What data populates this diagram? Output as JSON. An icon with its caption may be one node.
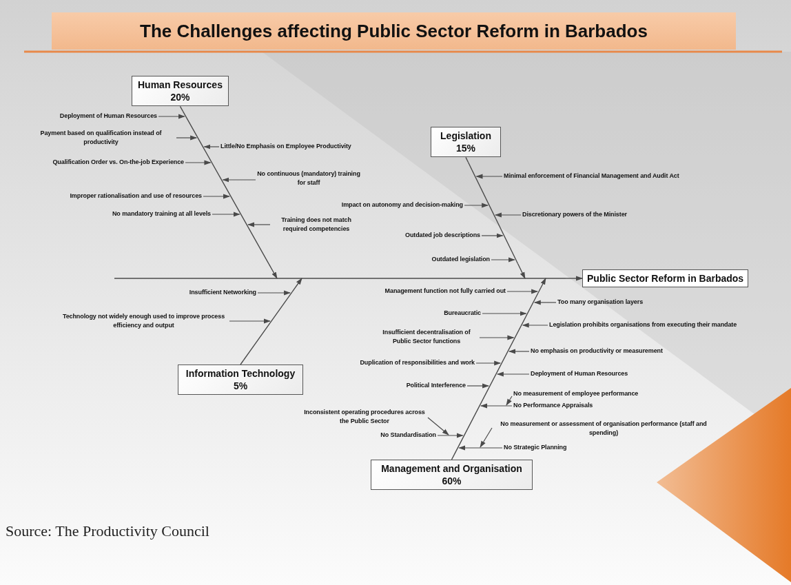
{
  "diagram": {
    "title": "The Challenges affecting Public Sector Reform in Barbados",
    "caption": "Source: The Productivity Council",
    "nodes": [
      {
        "text": [
          "Human Resources",
          "20%"
        ]
      },
      {
        "text": [
          "Deployment of Human Resources"
        ]
      },
      {
        "text": [
          "Payment based on qualification instead of productivity"
        ]
      },
      {
        "text": [
          "Little/No Emphasis on Employee Productivity"
        ]
      },
      {
        "text": [
          "Qualification Order vs. On-the-job Experience"
        ]
      },
      {
        "text": [
          "No continuous (mandatory) training for staff"
        ]
      },
      {
        "text": [
          "Improper rationalisation and use of resources"
        ]
      },
      {
        "text": [
          "No mandatory training at all levels"
        ]
      },
      {
        "text": [
          "Training does not match required competencies"
        ]
      },
      {
        "text": [
          "Legislation",
          "15%"
        ]
      },
      {
        "text": [
          "Minimal enforcement of Financial Management and Audit Act"
        ]
      },
      {
        "text": [
          "Impact on autonomy and decision-making"
        ]
      },
      {
        "text": [
          "Discretionary powers of the Minister"
        ]
      },
      {
        "text": [
          "Outdated job descriptions"
        ]
      },
      {
        "text": [
          "Outdated legislation"
        ]
      },
      {
        "text": [
          "Public Sector Reform in Barbados"
        ]
      },
      {
        "text": [
          "Information Technology",
          "5%"
        ]
      },
      {
        "text": [
          "Insufficient Networking"
        ]
      },
      {
        "text": [
          "Technology not widely enough used to improve process efficiency and output"
        ]
      },
      {
        "text": [
          "Management and Organisation",
          "60%"
        ]
      },
      {
        "text": [
          "Management function not fully carried out"
        ]
      },
      {
        "text": [
          "Too many organisation layers"
        ]
      },
      {
        "text": [
          "Bureaucratic"
        ]
      },
      {
        "text": [
          "Legislation prohibits organisations from executing their mandate"
        ]
      },
      {
        "text": [
          "Insufficient decentralisation of Public Sector functions"
        ]
      },
      {
        "text": [
          "No emphasis on productivity or measurement"
        ]
      },
      {
        "text": [
          "Duplication of responsibilities and work"
        ]
      },
      {
        "text": [
          "Deployment of Human Resources"
        ]
      },
      {
        "text": [
          "Political Interference"
        ]
      },
      {
        "text": [
          "No measurement of employee performance"
        ]
      },
      {
        "text": [
          "No Performance Appraisals"
        ]
      },
      {
        "text": [
          "Inconsistent operating procedures across the Public Sector"
        ]
      },
      {
        "text": [
          "No Standardisation"
        ]
      },
      {
        "text": [
          "No measurement or assessment of organisation performance (staff and spending)"
        ]
      },
      {
        "text": [
          "No Strategic Planning"
        ]
      },
      {
        "text": [],
        "shape": "line"
      },
      {
        "text": [],
        "shape": "line"
      },
      {
        "text": [],
        "shape": "line"
      },
      {
        "text": [],
        "shape": "line"
      },
      {
        "text": [],
        "shape": "line"
      }
    ],
    "edges": [
      {
        "from": 0,
        "to": 35,
        "arrow": "none"
      },
      {
        "from": 9,
        "to": 36,
        "arrow": "none"
      },
      {
        "from": 16,
        "to": 37,
        "arrow": "none"
      },
      {
        "from": 19,
        "to": 38,
        "arrow": "none"
      },
      {
        "from": 35,
        "to": 39,
        "arrow": "to"
      },
      {
        "from": 36,
        "to": 39,
        "arrow": "to"
      },
      {
        "from": 37,
        "to": 39,
        "arrow": "to"
      },
      {
        "from": 38,
        "to": 39,
        "arrow": "to"
      },
      {
        "from": 39,
        "to": 15,
        "arrow": "to"
      },
      {
        "from": 1,
        "to": 35,
        "arrow": "to"
      },
      {
        "from": 2,
        "to": 35,
        "arrow": "to"
      },
      {
        "from": 3,
        "to": 35,
        "arrow": "to"
      },
      {
        "from": 4,
        "to": 35,
        "arrow": "to"
      },
      {
        "from": 5,
        "to": 35,
        "arrow": "to"
      },
      {
        "from": 6,
        "to": 35,
        "arrow": "to"
      },
      {
        "from": 7,
        "to": 35,
        "arrow": "to"
      },
      {
        "from": 8,
        "to": 35,
        "arrow": "to"
      },
      {
        "from": 10,
        "to": 36,
        "arrow": "to"
      },
      {
        "from": 11,
        "to": 36,
        "arrow": "to"
      },
      {
        "from": 12,
        "to": 36,
        "arrow": "to"
      },
      {
        "from": 13,
        "to": 36,
        "arrow": "to"
      },
      {
        "from": 14,
        "to": 36,
        "arrow": "to"
      },
      {
        "from": 17,
        "to": 37,
        "arrow": "to"
      },
      {
        "from": 18,
        "to": 37,
        "arrow": "to"
      },
      {
        "from": 20,
        "to": 38,
        "arrow": "to"
      },
      {
        "from": 21,
        "to": 38,
        "arrow": "to"
      },
      {
        "from": 22,
        "to": 38,
        "arrow": "to"
      },
      {
        "from": 23,
        "to": 38,
        "arrow": "to"
      },
      {
        "from": 24,
        "to": 38,
        "arrow": "to"
      },
      {
        "from": 25,
        "to": 38,
        "arrow": "to"
      },
      {
        "from": 26,
        "to": 38,
        "arrow": "to"
      },
      {
        "from": 27,
        "to": 38,
        "arrow": "to"
      },
      {
        "from": 28,
        "to": 38,
        "arrow": "to"
      },
      {
        "from": 29,
        "to": 30,
        "arrow": "to"
      },
      {
        "from": 30,
        "to": 38,
        "arrow": "to"
      },
      {
        "from": 31,
        "to": 32,
        "arrow": "to"
      },
      {
        "from": 32,
        "to": 38,
        "arrow": "to"
      },
      {
        "from": 33,
        "to": 34,
        "arrow": "to"
      },
      {
        "from": 34,
        "to": 38,
        "arrow": "to"
      }
    ]
  }
}
